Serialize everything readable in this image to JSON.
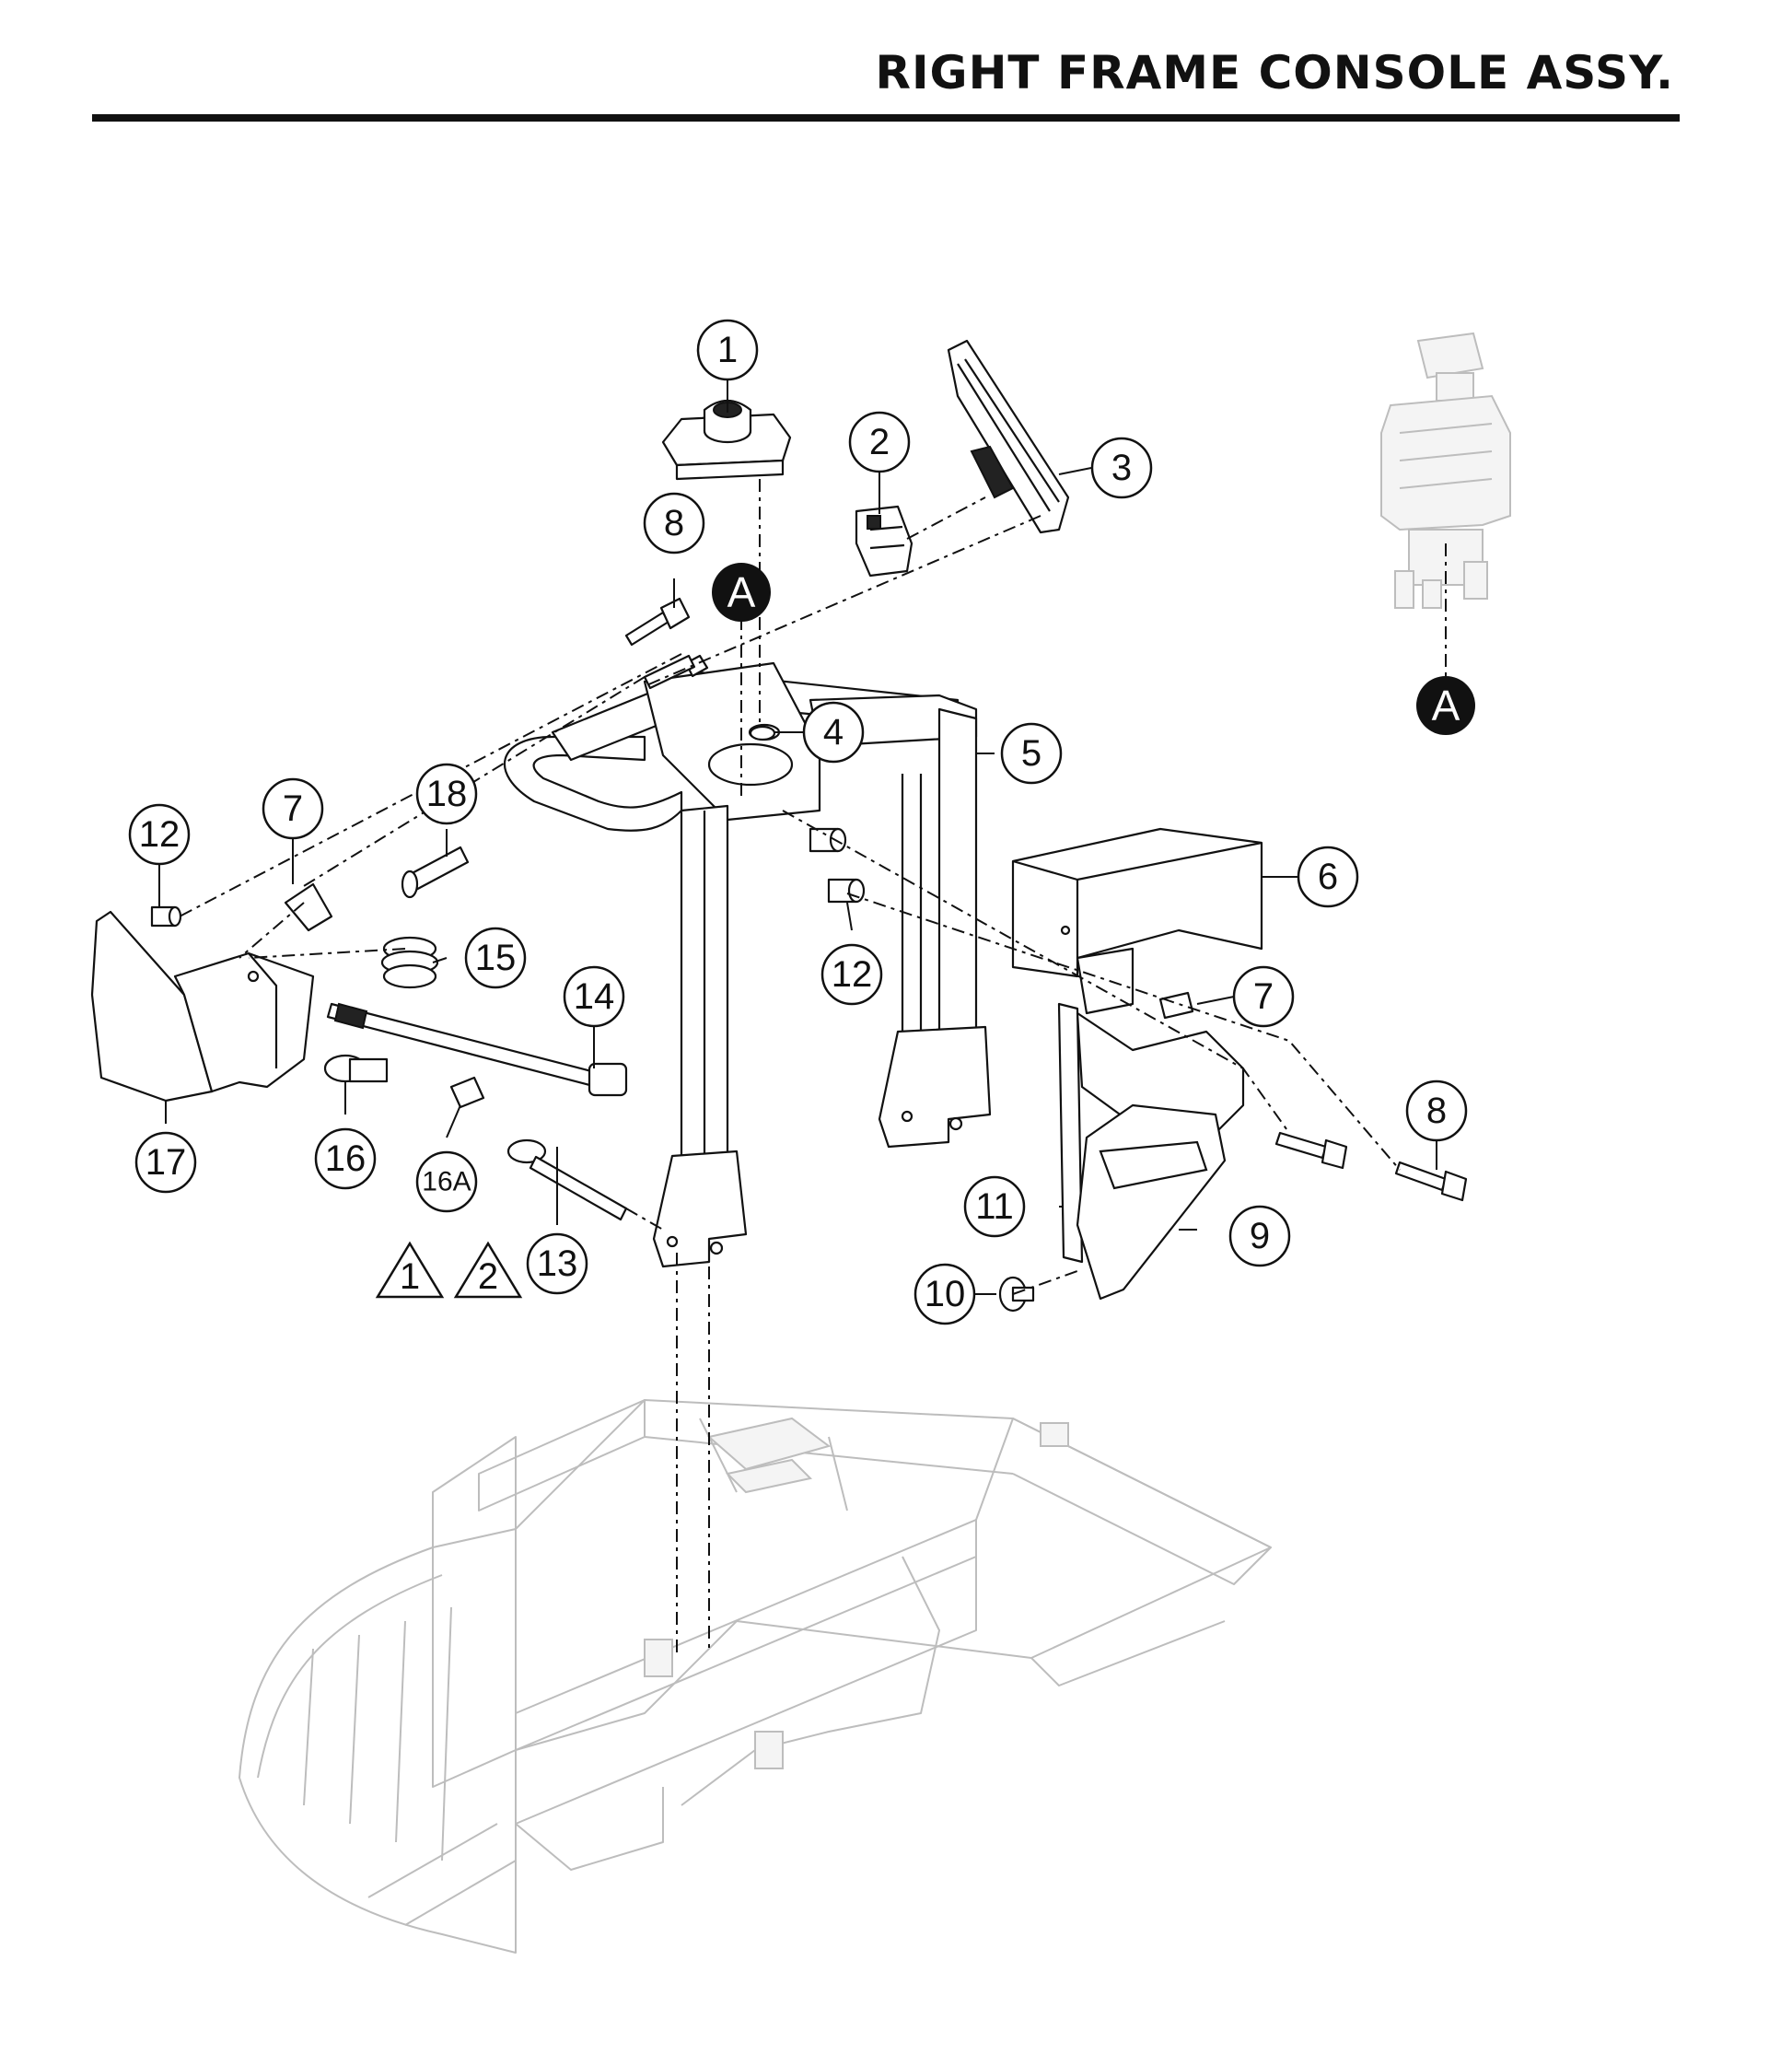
{
  "title": "RIGHT FRAME CONSOLE ASSY.",
  "callouts": [
    {
      "id": "1",
      "label": "1"
    },
    {
      "id": "2",
      "label": "2"
    },
    {
      "id": "3",
      "label": "3"
    },
    {
      "id": "4",
      "label": "4"
    },
    {
      "id": "5",
      "label": "5"
    },
    {
      "id": "6",
      "label": "6"
    },
    {
      "id": "7a",
      "label": "7"
    },
    {
      "id": "7b",
      "label": "7"
    },
    {
      "id": "8a",
      "label": "8"
    },
    {
      "id": "8b",
      "label": "8"
    },
    {
      "id": "9",
      "label": "9"
    },
    {
      "id": "10",
      "label": "10"
    },
    {
      "id": "11",
      "label": "11"
    },
    {
      "id": "12a",
      "label": "12"
    },
    {
      "id": "12b",
      "label": "12"
    },
    {
      "id": "13",
      "label": "13"
    },
    {
      "id": "14",
      "label": "14"
    },
    {
      "id": "15",
      "label": "15"
    },
    {
      "id": "16",
      "label": "16"
    },
    {
      "id": "16A",
      "label": "16A"
    },
    {
      "id": "17",
      "label": "17"
    },
    {
      "id": "18",
      "label": "18"
    }
  ],
  "reference_markers": [
    {
      "id": "ref-a-main",
      "label": "A"
    },
    {
      "id": "ref-a-detail",
      "label": "A"
    }
  ],
  "notes": [
    {
      "id": "note-1",
      "label": "1"
    },
    {
      "id": "note-2",
      "label": "2"
    }
  ]
}
